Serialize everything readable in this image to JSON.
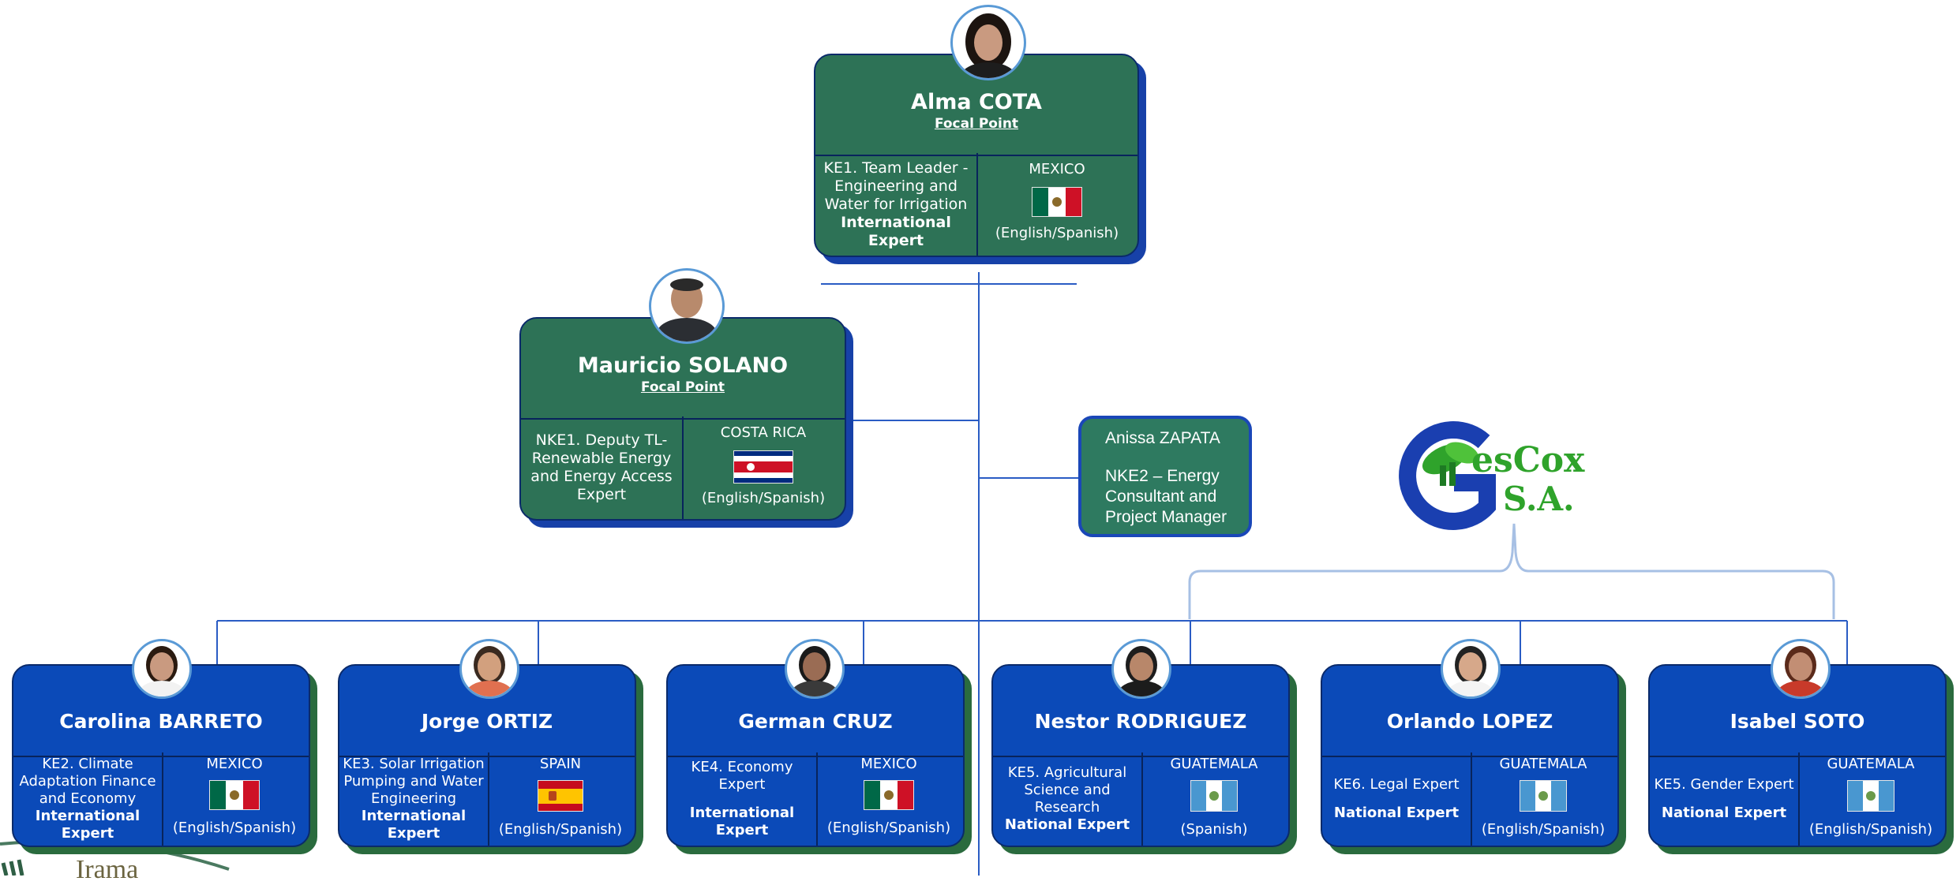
{
  "focal": {
    "name": "Alma COTA",
    "role": "Focal Point",
    "title": "KE1. Team Leader - Engineering and Water for Irrigation",
    "expert": "International Expert",
    "country": "MEXICO",
    "lang": "(English/Spanish)",
    "avatar_icon": "woman-portrait-photo",
    "flag_icon": "mexico-flag-icon"
  },
  "deputy": {
    "name": "Mauricio SOLANO",
    "role": "Focal Point",
    "title": "NKE1. Deputy TL- Renewable Energy and Energy Access Expert",
    "country": "COSTA RICA",
    "lang": "(English/Spanish)",
    "avatar_icon": "man-portrait-photo",
    "flag_icon": "costa-rica-flag-icon"
  },
  "consultant": {
    "name": "Anissa ZAPATA",
    "title": "NKE2 – Energy Consultant and Project Manager"
  },
  "partner_logo": {
    "line1": "esCox",
    "line2": "S.A.",
    "icon": "gescox-logo"
  },
  "bottom_logo": {
    "text": "Irama"
  },
  "experts": [
    {
      "name": "Carolina BARRETO",
      "title": "KE2. Climate Adaptation Finance and Economy",
      "expert": "International Expert",
      "country": "MEXICO",
      "lang": "(English/Spanish)",
      "flag": "mexico"
    },
    {
      "name": "Jorge ORTIZ",
      "title": "KE3. Solar Irrigation Pumping and Water Engineering",
      "expert": "International Expert",
      "country": "SPAIN",
      "lang": "(English/Spanish)",
      "flag": "spain"
    },
    {
      "name": "German CRUZ",
      "title": "KE4. Economy Expert",
      "expert": "International Expert",
      "country": "MEXICO",
      "lang": "(English/Spanish)",
      "flag": "mexico"
    },
    {
      "name": "Nestor RODRIGUEZ",
      "title": "KE5. Agricultural Science and Research",
      "expert": "National Expert",
      "country": "GUATEMALA",
      "lang": "(Spanish)",
      "flag": "guatemala"
    },
    {
      "name": "Orlando LOPEZ",
      "title": "KE6. Legal Expert",
      "expert": "National Expert",
      "country": "GUATEMALA",
      "lang": "(English/Spanish)",
      "flag": "guatemala"
    },
    {
      "name": "Isabel SOTO",
      "title": "KE5. Gender Expert",
      "expert": "National Expert",
      "country": "GUATEMALA",
      "lang": "(English/Spanish)",
      "flag": "guatemala"
    }
  ],
  "colors": {
    "green_card": "#2d7256",
    "blue_card": "#0b4ab8",
    "connector": "#2a5cc4",
    "bracket": "#a7c0e4"
  }
}
